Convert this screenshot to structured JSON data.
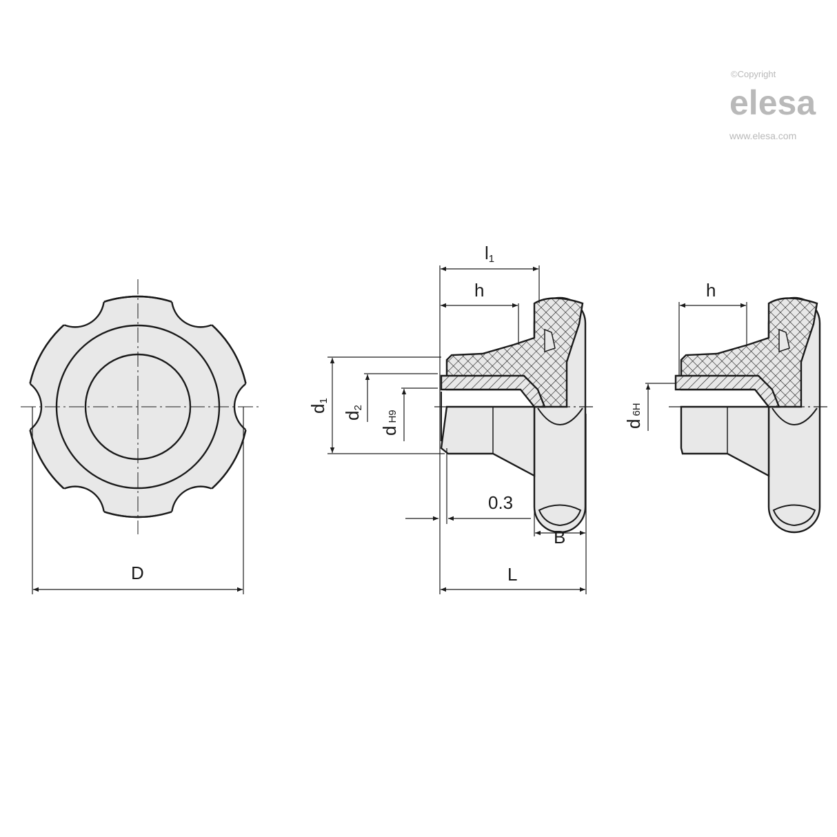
{
  "logo": {
    "copyright": "©Copyright",
    "brand": "elesa",
    "url": "www.elesa.com"
  },
  "front_view": {
    "dim_D": "D"
  },
  "section_view": {
    "dim_l1": "l",
    "dim_l1_sub": "1",
    "dim_h": "h",
    "dim_d1": "d",
    "dim_d1_sub": "1",
    "dim_d2": "d",
    "dim_d2_sub": "2",
    "dim_d": "d",
    "dim_d_tol": "H9",
    "dim_gap": "0.3",
    "dim_B": "B",
    "dim_L": "L"
  },
  "threaded_view": {
    "dim_h": "h",
    "dim_d": "d",
    "dim_d_tol": "6H"
  },
  "colors": {
    "line": "#1a1a1a",
    "fill": "#e8e8e8",
    "logo": "#b9b9b9"
  }
}
